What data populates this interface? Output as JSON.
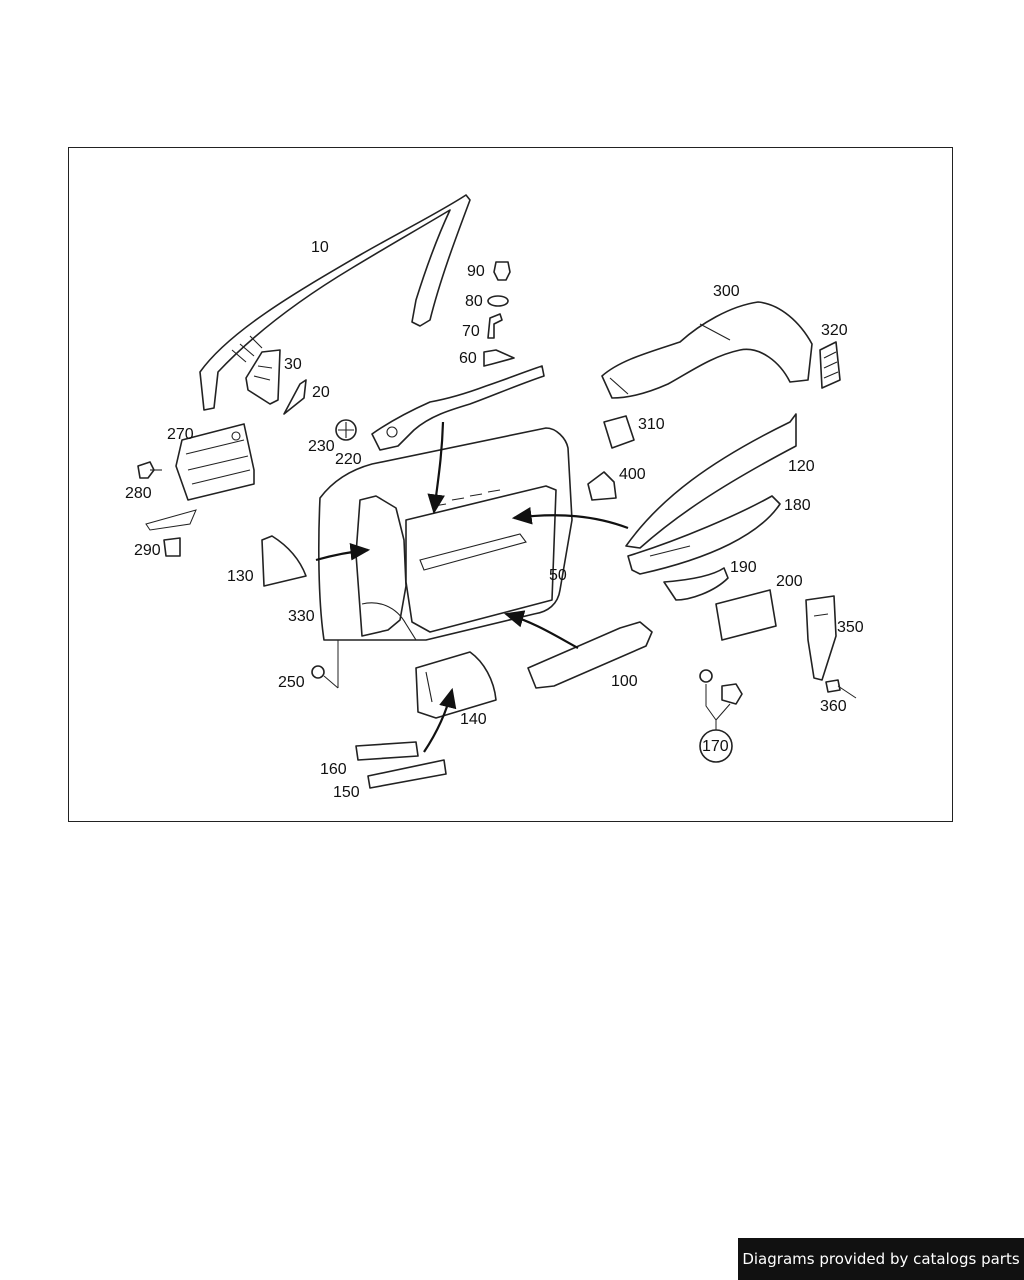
{
  "credit": "Diagrams provided by catalogs parts",
  "callouts": {
    "p10": "10",
    "p20": "20",
    "p30": "30",
    "p50": "50",
    "p60": "60",
    "p70": "70",
    "p80": "80",
    "p90": "90",
    "p100": "100",
    "p120": "120",
    "p130": "130",
    "p140": "140",
    "p150": "150",
    "p160": "160",
    "p170": "170",
    "p180": "180",
    "p190": "190",
    "p200": "200",
    "p220": "220",
    "p230": "230",
    "p250": "250",
    "p270": "270",
    "p280": "280",
    "p290": "290",
    "p300": "300",
    "p310": "310",
    "p320": "320",
    "p330": "330",
    "p350": "350",
    "p360": "360",
    "p400": "400"
  },
  "colors": {
    "line": "#222222",
    "credit_bg": "#111111",
    "credit_text": "#ffffff"
  }
}
